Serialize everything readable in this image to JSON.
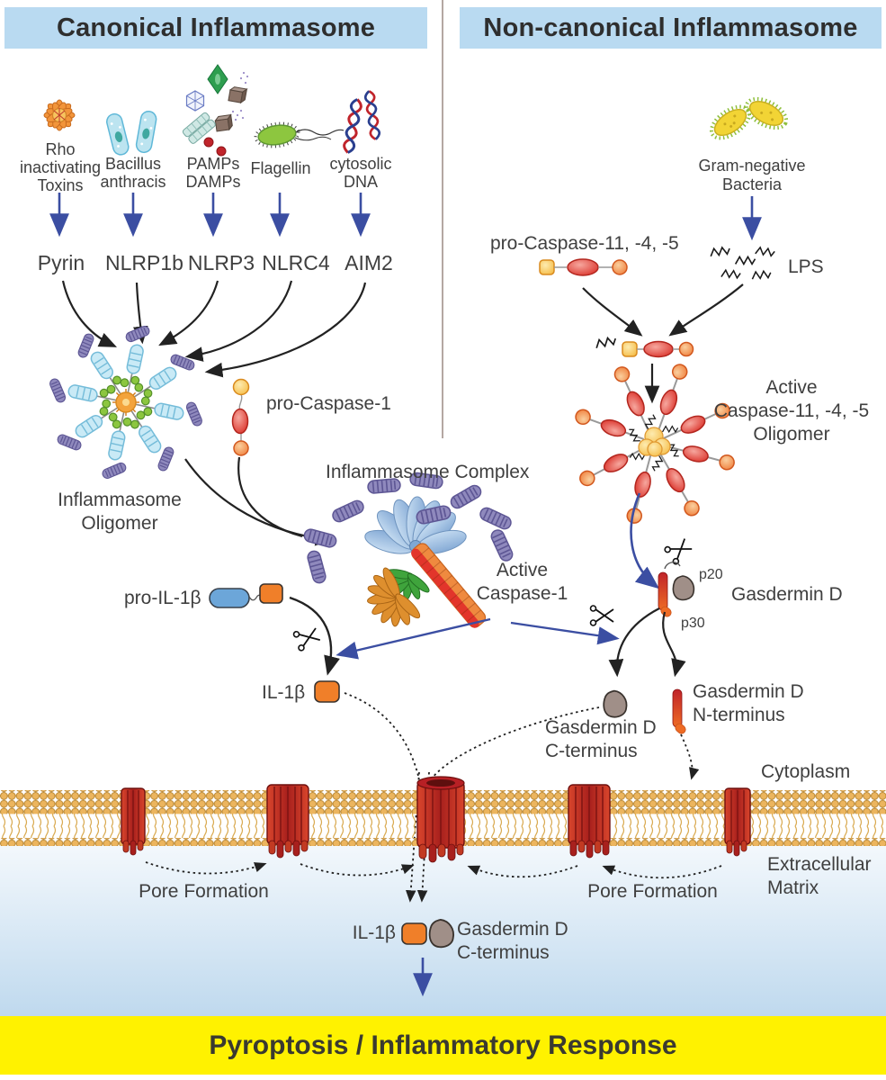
{
  "headers": {
    "canonical": "Canonical Inflammasome",
    "noncanonical": "Non-canonical Inflammasome"
  },
  "canonical": {
    "stimuli": [
      {
        "label_lines": [
          "Rho",
          "inactivating",
          "Toxins"
        ],
        "sensor": "Pyrin"
      },
      {
        "label_lines": [
          "Bacillus",
          "anthracis"
        ],
        "sensor": "NLRP1b"
      },
      {
        "label_lines": [
          "PAMPs",
          "DAMPs"
        ],
        "sensor": "NLRP3"
      },
      {
        "label_lines": [
          "Flagellin"
        ],
        "sensor": "NLRC4"
      },
      {
        "label_lines": [
          "cytosolic",
          "DNA"
        ],
        "sensor": "AIM2"
      }
    ],
    "oligomer_label_lines": [
      "Inflammasome",
      "Oligomer"
    ],
    "pro_caspase1_label": "pro-Caspase-1",
    "complex_label": "Inflammasome Complex",
    "active_caspase1_lines": [
      "Active",
      "Caspase-1"
    ],
    "pro_il1b_label": "pro-IL-1β",
    "il1b_label": "IL-1β"
  },
  "noncanonical": {
    "bacteria_lines": [
      "Gram-negative",
      "Bacteria"
    ],
    "lps_label": "LPS",
    "pro_caspase_label": "pro-Caspase-11, -4, -5",
    "active_oligomer_lines": [
      "Active",
      "Caspase-11, -4, -5",
      "Oligomer"
    ],
    "gasdermin_label": "Gasdermin D",
    "p20_label": "p20",
    "p30_label": "p30",
    "n_terminus_lines": [
      "Gasdermin D",
      "N-terminus"
    ],
    "c_terminus_lines": [
      "Gasdermin D",
      "C-terminus"
    ]
  },
  "membrane": {
    "cytoplasm_label": "Cytoplasm",
    "extracellular_lines": [
      "Extracellular",
      "Matrix"
    ],
    "pore_formation_left": "Pore Formation",
    "pore_formation_right": "Pore Formation",
    "released_il1b_label": "IL-1β",
    "released_cterm_lines": [
      "Gasdermin D",
      "C-terminus"
    ]
  },
  "banner": {
    "text": "Pyroptosis / Inflammatory Response"
  },
  "colors": {
    "header_bg": "#B9DAF1",
    "banner_bg": "#FFF200",
    "arrow_blue": "#3B4EA2",
    "arrow_black": "#222222",
    "pore_red": "#B72025",
    "membrane_bead": "#ECB55E",
    "il1b_orange": "#F07F29",
    "cterm_gray": "#A08F88"
  }
}
